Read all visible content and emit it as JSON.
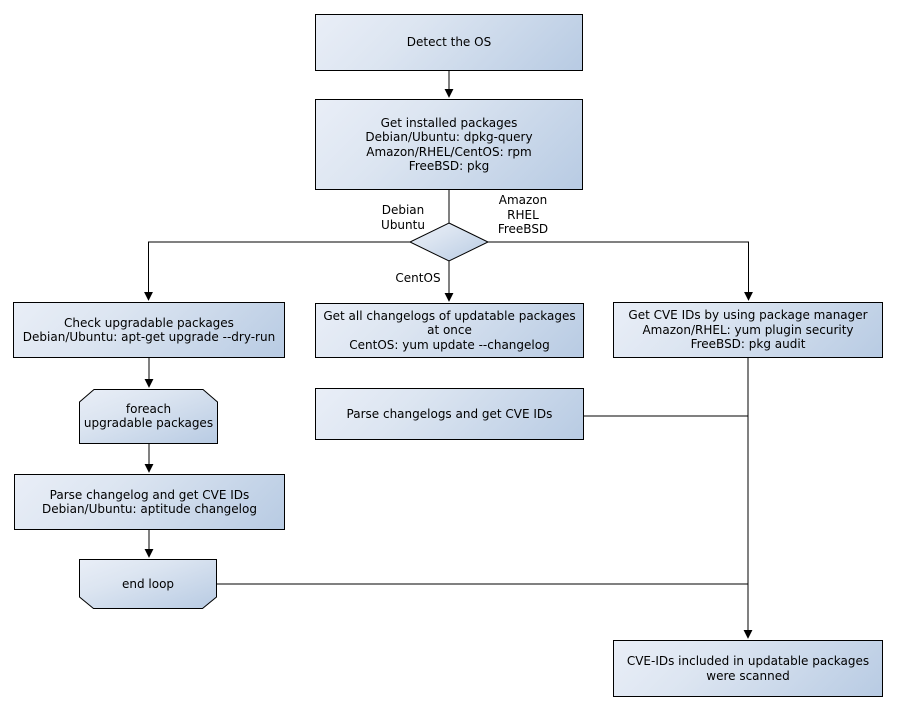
{
  "nodes": {
    "detect_os": {
      "label": "Detect the OS"
    },
    "get_installed_packages": {
      "label": "Get installed packages\nDebian/Ubuntu: dpkg-query\nAmazon/RHEL/CentOS: rpm\nFreeBSD: pkg"
    },
    "check_upgradable_packages": {
      "label": "Check upgradable packages\nDebian/Ubuntu: apt-get upgrade --dry-run"
    },
    "foreach_loop_start": {
      "label": "foreach\nupgradable  packages"
    },
    "parse_changelog_debian": {
      "label": "Parse changelog and get  CVE IDs\nDebian/Ubuntu: aptitude changelog"
    },
    "end_loop": {
      "label": "end loop"
    },
    "get_all_changelogs": {
      "label": "Get all changelogs of updatable packages at once\nCentOS: yum update --changelog"
    },
    "parse_changelogs_centos": {
      "label": "Parse changelogs and get CVE IDs"
    },
    "get_cve_ids_pkg_manager": {
      "label": "Get CVE IDs by using package manager\nAmazon/RHEL: yum plugin security\nFreeBSD: pkg audit"
    },
    "scan_result": {
      "label": "CVE-IDs included in updatable packages\nwere scanned"
    }
  },
  "edge_labels": {
    "debian_ubuntu": "Debian\nUbuntu",
    "amazon_rhel_freebsd": "Amazon\nRHEL\nFreeBSD",
    "centos": "CentOS"
  },
  "colors": {
    "node_fill_light": "#e9eef7",
    "node_fill_dark": "#b8cbe3",
    "node_border": "#000000",
    "connector": "#000000",
    "text": "#000000",
    "background": "#ffffff"
  }
}
